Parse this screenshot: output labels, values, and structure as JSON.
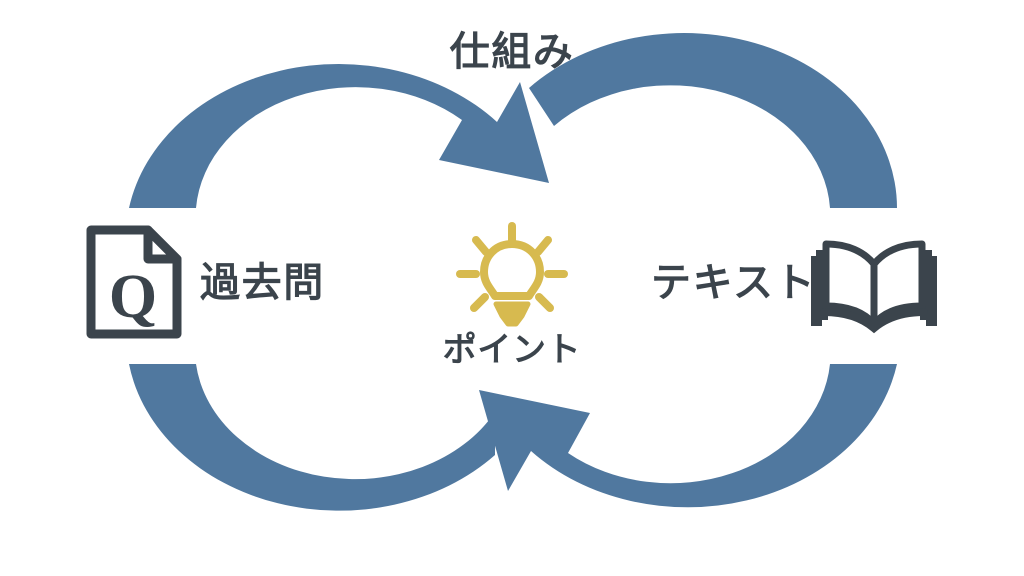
{
  "page": {
    "title": "仕組み",
    "background_color": "#ffffff"
  },
  "colors": {
    "arrow_blue": "#50789f",
    "text_dark": "#3b444c",
    "bulb_gold": "#d7ba4f",
    "icon_stroke": "#3b444c",
    "white": "#ffffff"
  },
  "diagram": {
    "type": "cycle-infinity-loop",
    "heading": "仕組み",
    "nodes": [
      {
        "id": "past-exams",
        "label": "過去問",
        "icon": "document-q-icon",
        "position": "left"
      },
      {
        "id": "point",
        "label": "ポイント",
        "icon": "lightbulb-icon",
        "position": "center"
      },
      {
        "id": "textbook",
        "label": "テキスト",
        "icon": "open-book-icon",
        "position": "right"
      }
    ],
    "arrows": [
      {
        "id": "left-top-arrow",
        "description": "left loop upper arc sweeping right into center",
        "direction": "clockwise-down-right"
      },
      {
        "id": "left-bottom-arc",
        "description": "left loop lower arc sweeping toward center",
        "direction": "clockwise"
      },
      {
        "id": "right-top-arc",
        "description": "right loop upper arc sweeping right and down",
        "direction": "counter-clockwise"
      },
      {
        "id": "right-bottom-arrow",
        "description": "right loop lower arc sweeping left into center",
        "direction": "counter-clockwise-up-left"
      }
    ]
  },
  "icons": {
    "document": "document-q-icon",
    "document_letter": "Q",
    "bulb": "lightbulb-icon",
    "book": "open-book-icon"
  }
}
